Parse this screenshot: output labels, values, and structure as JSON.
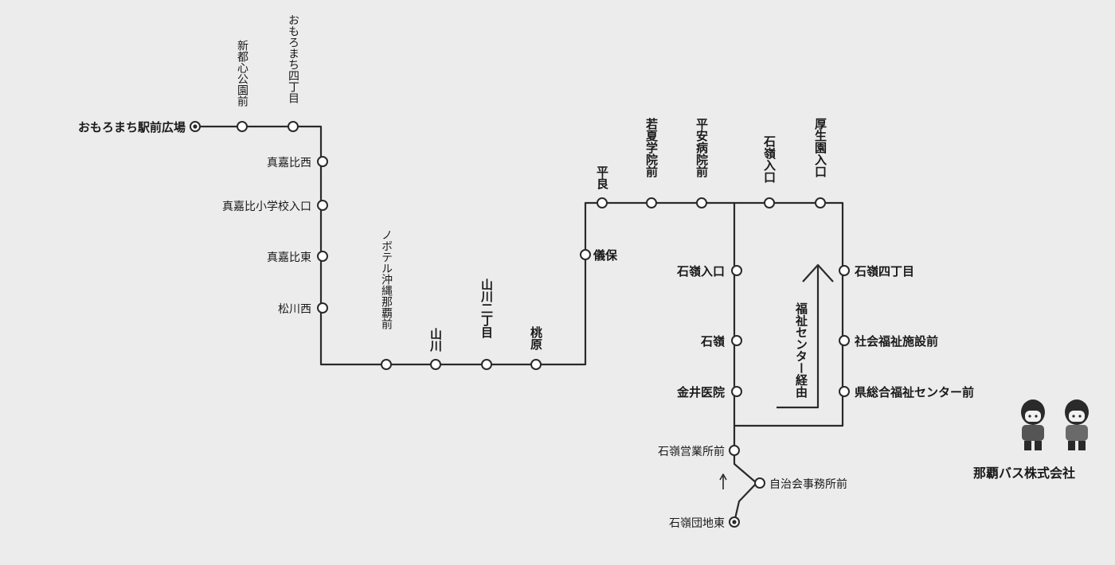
{
  "colors": {
    "line": "#2a2a2a",
    "background": "#ececec",
    "stop_fill": "#ffffff"
  },
  "stops": {
    "omoromachi_ekimae_hiroba": "おもろまち駅前広場",
    "shintoshin_koen_mae": "新都心公園前",
    "omoromachi_4chome": "おもろまち四丁目",
    "makabi_nishi": "真嘉比西",
    "makabi_shogakko_iriguchi": "真嘉比小学校入口",
    "makabi_higashi": "真嘉比東",
    "matsukawa_nishi": "松川西",
    "novotel_okinawa_naha_mae": "ノボテル沖縄那覇前",
    "yamakawa": "山川",
    "yamakawa_2chome": "山川二丁目",
    "tobaru": "桃原",
    "gibo": "儀保",
    "heira": "平良",
    "wakanatsu_gakuin_mae": "若夏学院前",
    "heian_byoin_mae": "平安病院前",
    "ishimine_iriguchi_top": "石嶺入口",
    "koseien_iriguchi": "厚生園入口",
    "ishimine_iriguchi": "石嶺入口",
    "ishimine_4chome": "石嶺四丁目",
    "ishimine": "石嶺",
    "shakai_fukushi_shisetsu_mae": "社会福祉施設前",
    "kanai_iin": "金井医院",
    "ken_sogo_fukushi_center_mae": "県総合福祉センター前",
    "ishimine_eigyosho_mae": "石嶺営業所前",
    "jichikai_jimusho_mae": "自治会事務所前",
    "ishimine_danchi_higashi": "石嶺団地東"
  },
  "annotations": {
    "via_fukushi_center": "福祉センター経由",
    "direction_arrow": "↑"
  },
  "company": {
    "name": "那覇バス株式会社"
  },
  "icons": {
    "terminal_marker": "double-circle-icon",
    "stop_marker": "circle-icon",
    "mascot": "mascot-figure-icon"
  }
}
